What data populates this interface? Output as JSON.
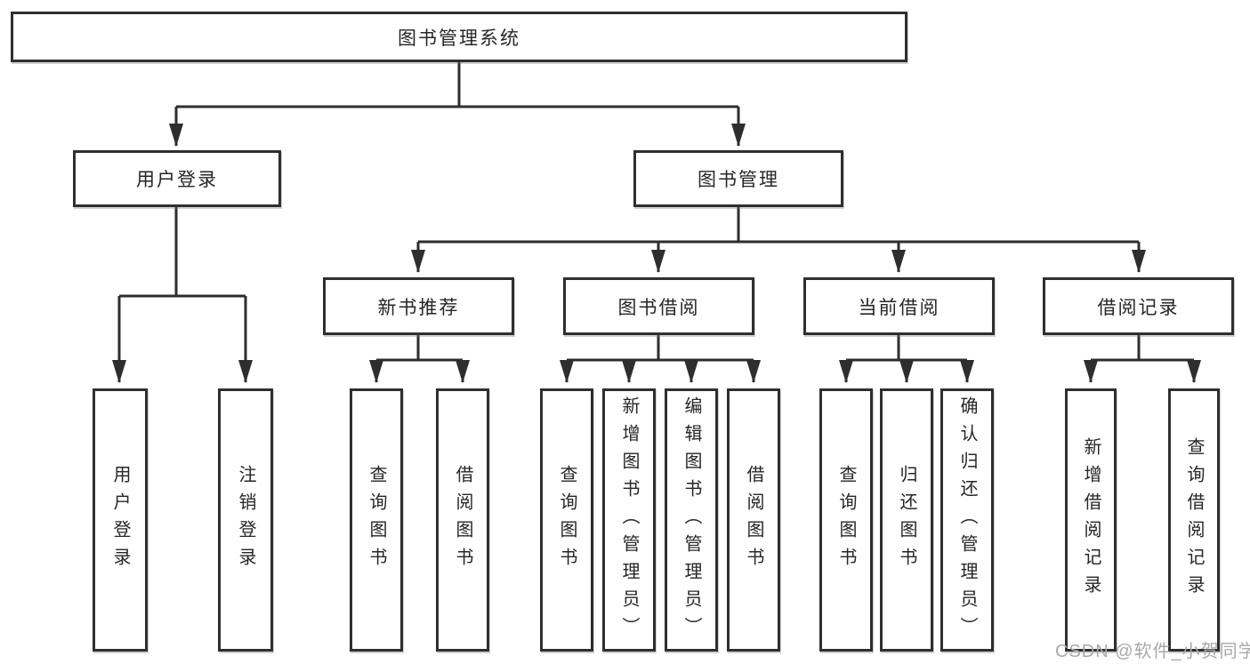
{
  "diagram": {
    "type": "tree",
    "colors": {
      "line": "#2e2e2e",
      "box_border": "#2f2f2f",
      "text": "#262626",
      "background": "#ffffff",
      "watermark": "#a9a9a9"
    },
    "root": {
      "label": "图书管理系统"
    },
    "level2": [
      {
        "id": "user-login",
        "label": "用户登录"
      },
      {
        "id": "book-management",
        "label": "图书管理"
      }
    ],
    "level3": [
      {
        "id": "new-book-recommend",
        "label": "新书推荐"
      },
      {
        "id": "book-borrow",
        "label": "图书借阅"
      },
      {
        "id": "current-borrow",
        "label": "当前借阅"
      },
      {
        "id": "borrow-record",
        "label": "借阅记录"
      }
    ],
    "leaves": {
      "user_login": [
        {
          "label": "用户登录"
        },
        {
          "label": "注销登录"
        }
      ],
      "new_book_recommend": [
        {
          "label": "查询图书"
        },
        {
          "label": "借阅图书"
        }
      ],
      "book_borrow": [
        {
          "label": "查询图书"
        },
        {
          "label": "新增图书（管理员）"
        },
        {
          "label": "编辑图书（管理员）"
        },
        {
          "label": "借阅图书"
        }
      ],
      "current_borrow": [
        {
          "label": "查询图书"
        },
        {
          "label": "归还图书"
        },
        {
          "label": "确认归还（管理员）"
        }
      ],
      "borrow_record": [
        {
          "label": "新增借阅记录"
        },
        {
          "label": "查询借阅记录"
        }
      ]
    }
  },
  "watermark": {
    "text": "CSDN @软件_小贺同学"
  }
}
